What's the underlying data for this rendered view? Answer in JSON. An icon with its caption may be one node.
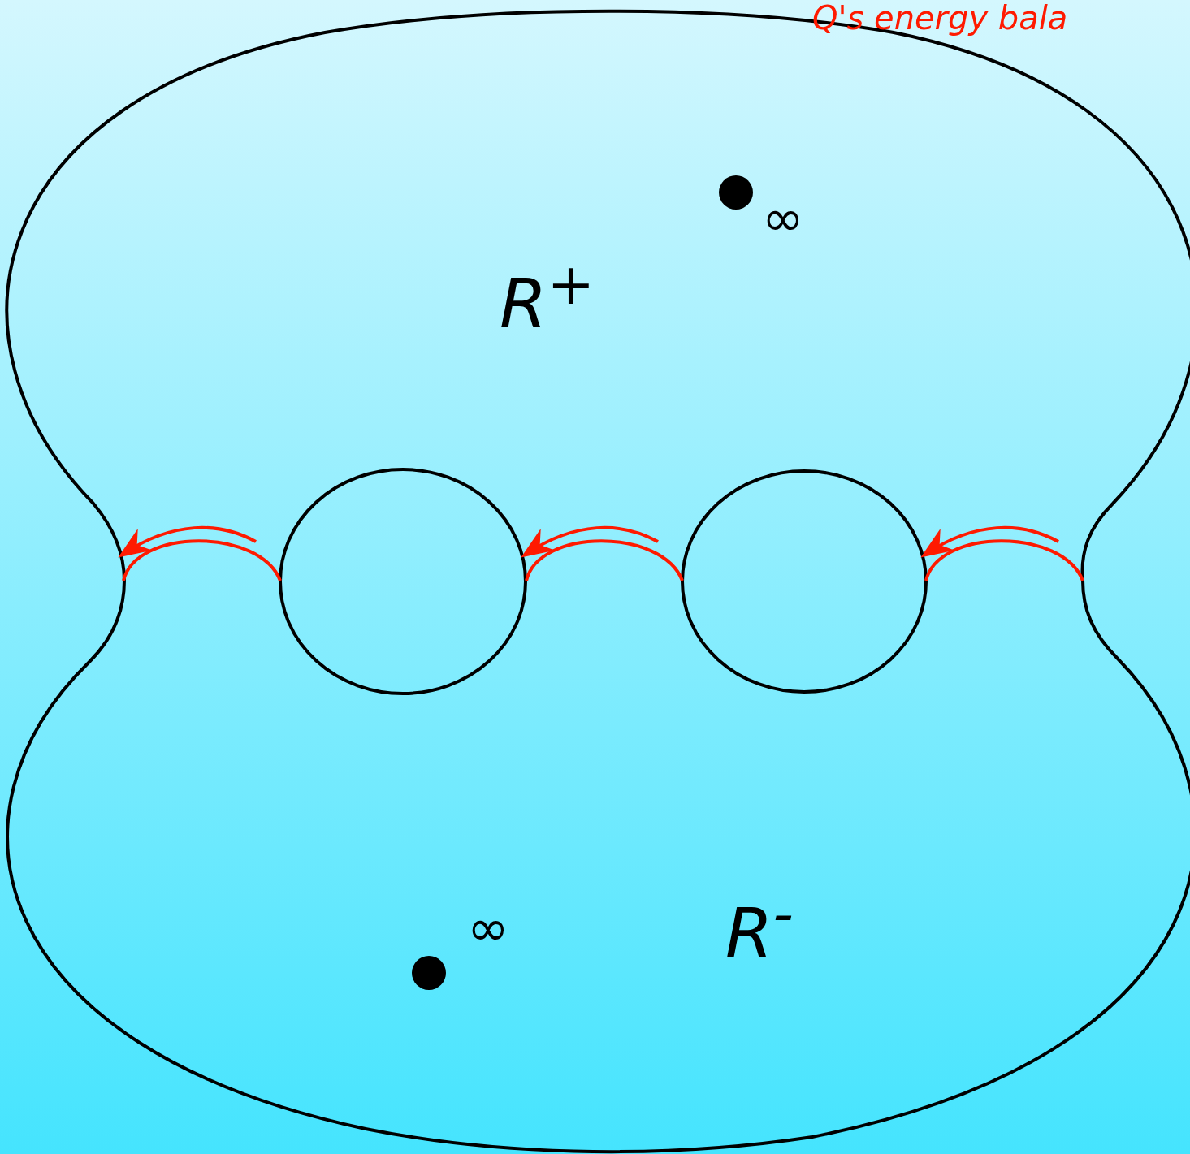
{
  "diagram": {
    "labels": [
      "Q's energy bala",
      "∞",
      "R$^{+}$",
      "R$^{-}$",
      "∞"
    ]
  }
}
